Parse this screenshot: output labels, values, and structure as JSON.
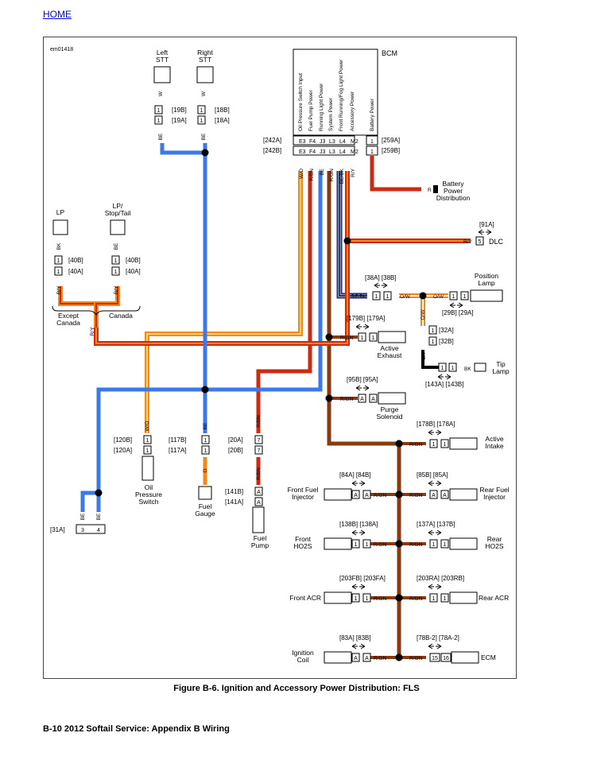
{
  "nav": {
    "home_link": "HOME"
  },
  "figure": {
    "id_code": "em01418",
    "caption": "Figure B-6. Ignition and Accessory Power Distribution: FLS",
    "footer": "B-10  2012 Softail Service:  Appendix B Wiring"
  },
  "bcm": {
    "title": "BCM",
    "pins": [
      "E3",
      "F4",
      "J3",
      "L3",
      "L4",
      "M2"
    ],
    "pin_functions": [
      "Oil Pressure Switch Input",
      "Fuel Pump Power",
      "Running Light Power",
      "System Power",
      "Front Running/Fog Light Power",
      "Accessory Power"
    ],
    "battery_pin": "1",
    "battery_function": "Battery Power",
    "wire_colors": [
      "W/O",
      "R/BN",
      "BE",
      "R/GN",
      "BE/BK",
      "R/Y"
    ],
    "conn_a": "[242A]",
    "conn_b": "[242B]",
    "batt_conn_a": "[259A]",
    "batt_conn_b": "[259B]"
  },
  "battery": {
    "label": [
      "Battery",
      "Power",
      "Distribution"
    ],
    "wire": "R"
  },
  "dlc": {
    "conn": "[91A]",
    "wire": "R/Y",
    "pin": "5",
    "label": "DLC"
  },
  "stt_left": {
    "label": [
      "Left",
      "STT"
    ],
    "wire_top": "W",
    "wire_bottom": "BE",
    "conn_b": "[19B]",
    "conn_a": "[19A]",
    "pin": "1"
  },
  "stt_right": {
    "label": [
      "Right",
      "STT"
    ],
    "wire_top": "W",
    "wire_bottom": "BE",
    "conn_b": "[18B]",
    "conn_a": "[18A]",
    "pin": "1"
  },
  "lp": {
    "label": "LP",
    "wire": "BK",
    "conn_b": "[40B]",
    "conn_a": "[40A]",
    "pin": "1",
    "wire_bottom": "R/Y"
  },
  "lp_stop": {
    "label": [
      "LP/",
      "Stop/Tail"
    ],
    "wire": "BE",
    "conn_b": "[40B]",
    "conn_a": "[40A]",
    "pin": "1",
    "wire_bottom": "R/Y"
  },
  "region": {
    "except": [
      "Except",
      "Canada"
    ],
    "canada": "Canada",
    "wire": "R/Y"
  },
  "position_lamp": {
    "label": [
      "Position",
      "Lamp"
    ],
    "conn_top": "[38A]  [38B]",
    "wire_in": "BE/BK",
    "wire_out": "O/W",
    "pin": "1",
    "conn_29": "[29B]  [29A]",
    "conn_32a": "[32A]",
    "conn_32b": "[32B]",
    "wire_down": "O/W"
  },
  "tip_lamp": {
    "label": [
      "Tip",
      "Lamp"
    ],
    "wire": "BK",
    "pin": "1",
    "conn": "[143A]  [143B]"
  },
  "active_exhaust": {
    "label": [
      "Active",
      "Exhaust"
    ],
    "conn": "[179B]  [179A]",
    "wire": "R/GN",
    "pin": "1"
  },
  "purge": {
    "label": [
      "Purge",
      "Solenoid"
    ],
    "conn": "[95B]  [95A]",
    "wire": "R/GN",
    "pin": "A"
  },
  "oil": {
    "label": [
      "Oil",
      "Pressure",
      "Switch"
    ],
    "wire": "W/O",
    "conn_b": "[120B]",
    "conn_a": "[120A]",
    "pin": "1"
  },
  "fuel_gauge": {
    "label": [
      "Fuel",
      "Gauge"
    ],
    "wire_top": "BE",
    "wire_bottom": "O",
    "conn_b": "[117B]",
    "conn_a": "[117A]",
    "pin": "1"
  },
  "fuel_pump": {
    "label": [
      "Fuel",
      "Pump"
    ],
    "wire": "R/BN",
    "conn_20a": "[20A]",
    "conn_20b": "[20B]",
    "pin20": "7",
    "conn_141b": "[141B]",
    "conn_141a": "[141A]",
    "pin141": "A"
  },
  "ground_31a": {
    "conn": "[31A]",
    "pins": [
      "3",
      "4"
    ],
    "wire": "BE"
  },
  "right_loads": [
    {
      "id": "active-intake",
      "label": [
        "Active",
        "Intake"
      ],
      "conn": "[178B]  [178A]",
      "pin": "1",
      "wire": "R/GN"
    },
    {
      "id": "rear-fuel-injector",
      "label": [
        "Rear Fuel",
        "Injector"
      ],
      "conn": "[85B]  [85A]",
      "pin": "A",
      "wire": "R/GN"
    },
    {
      "id": "rear-ho2s",
      "label": [
        "Rear",
        "HO2S"
      ],
      "conn": "[137A]  [137B]",
      "pin": "1",
      "wire": "R/GN"
    },
    {
      "id": "rear-acr",
      "label": [
        "Rear ACR"
      ],
      "conn": "[203RA]  [203RB]",
      "pin": "1",
      "wire": "R/GN"
    },
    {
      "id": "ecm",
      "label": [
        "ECM"
      ],
      "conn": "[78B-2]  [78A-2]",
      "pin": "15",
      "pin2": "16",
      "wire": "R/GN"
    }
  ],
  "left_loads": [
    {
      "id": "front-fuel-injector",
      "label": [
        "Front Fuel",
        "Injector"
      ],
      "conn": "[84A]  [84B]",
      "pin": "A",
      "wire": "R/GN"
    },
    {
      "id": "front-ho2s",
      "label": [
        "Front",
        "HO2S"
      ],
      "conn": "[138B]  [138A]",
      "pin": "1",
      "wire": "R/GN"
    },
    {
      "id": "front-acr",
      "label": [
        "Front ACR"
      ],
      "conn": "[203FB]  [203FA]",
      "pin": "1",
      "wire": "R/GN"
    },
    {
      "id": "ignition-coil",
      "label": [
        "Ignition",
        "Coil"
      ],
      "conn": "[83A]  [83B]",
      "pin": "A",
      "wire": "R/GN"
    }
  ],
  "colors": {
    "blue": "#3d78e8",
    "red": "#cc2a12",
    "brown": "#8a3a10",
    "orange": "#f08a1e",
    "yellow": "#f0d070",
    "black": "#000000",
    "darkblue": "#1a2e8c"
  }
}
